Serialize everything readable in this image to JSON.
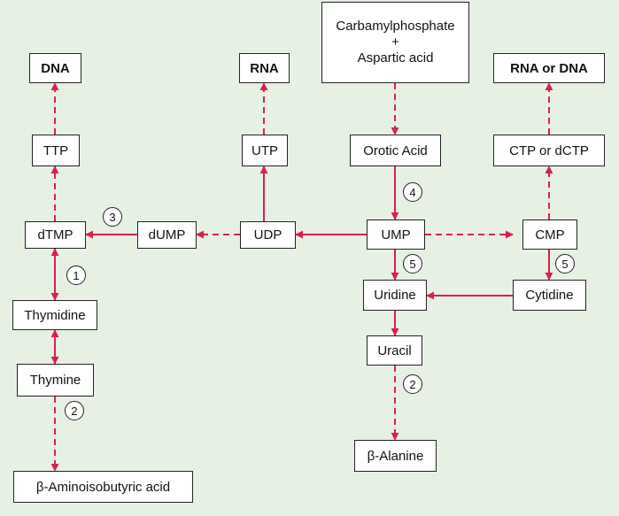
{
  "nodes": {
    "dna": "DNA",
    "rna": "RNA",
    "carbamyl_line1": "Carbamylphosphate",
    "carbamyl_plus": "+",
    "carbamyl_line2": "Aspartic acid",
    "rna_or_dna": "RNA or DNA",
    "ttp": "TTP",
    "utp": "UTP",
    "orotic_acid": "Orotic Acid",
    "ctp_or_dctp": "CTP or dCTP",
    "dtmp": "dTMP",
    "dump": "dUMP",
    "udp": "UDP",
    "ump": "UMP",
    "cmp": "CMP",
    "thymidine": "Thymidine",
    "uridine": "Uridine",
    "cytidine": "Cytidine",
    "thymine": "Thymine",
    "uracil": "Uracil",
    "beta_aminoisobutyric": "β-Aminoisobutyric acid",
    "beta_alanine": "β-Alanine"
  },
  "steps": {
    "s1": "1",
    "s2a": "2",
    "s2b": "2",
    "s3": "3",
    "s4": "4",
    "s5a": "5",
    "s5b": "5"
  },
  "colors": {
    "background": "#e6f1e4",
    "arrow": "#d8204f",
    "box_border": "#222222"
  }
}
